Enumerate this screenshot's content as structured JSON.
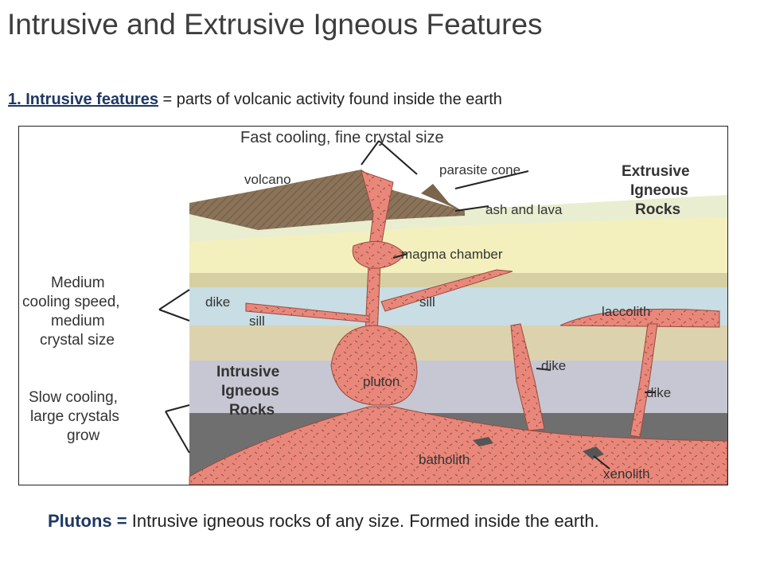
{
  "title": "Intrusive and Extrusive Igneous Features",
  "subtitle": {
    "term": "1. Intrusive features",
    "definition": "= parts of volcanic activity found inside the earth"
  },
  "figure": {
    "top_label": "Fast cooling, fine crystal size",
    "labels": {
      "volcano": "volcano",
      "parasite_cone": "parasite cone",
      "ash_and_lava": "ash and lava",
      "extrusive_line1": "Extrusive",
      "extrusive_line2": "Igneous",
      "extrusive_line3": "Rocks",
      "magma_chamber": "magma chamber",
      "medium_line1": "Medium",
      "medium_line2": "cooling speed,",
      "medium_line3": "medium",
      "medium_line4": "crystal size",
      "dike_left": "dike",
      "sill_mid": "sill",
      "sill_left": "sill",
      "laccolith": "laccolith",
      "intrusive_line1": "Intrusive",
      "intrusive_line2": "Igneous",
      "intrusive_line3": "Rocks",
      "pluton": "pluton",
      "dike_center": "dike",
      "dike_right": "dike",
      "slow_line1": "Slow cooling,",
      "slow_line2": "large crystals",
      "slow_line3": "grow",
      "batholith": "batholith",
      "xenolith": "xenolith"
    }
  },
  "footer": {
    "term": "Plutons =",
    "definition": "Intrusive igneous rocks of any size. Formed inside the earth."
  }
}
